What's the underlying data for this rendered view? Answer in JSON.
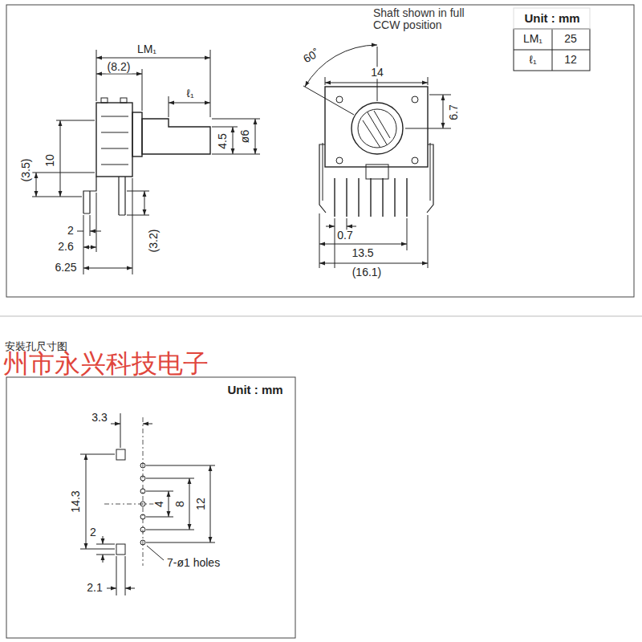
{
  "diagram": {
    "labels": [
      "LM₁",
      "(8.2)",
      "ℓ₁",
      "(3.5)",
      "10",
      "4.5",
      "ø6",
      "2",
      "2.6",
      "6.25",
      "(3.2)",
      "60˚",
      "Shaft shown in full CCW position",
      "14",
      "6.7",
      "0.7",
      "13.5",
      "(16.1)",
      "Unit : mm",
      "LM₁",
      "25",
      "ℓ₁",
      "12",
      "安裝孔尺寸图",
      "州市永兴科技电子",
      "Unit : mm",
      "3.3",
      "14.3",
      "2",
      "4",
      "8",
      "12",
      "7-ø1 holes",
      "2.1"
    ]
  }
}
